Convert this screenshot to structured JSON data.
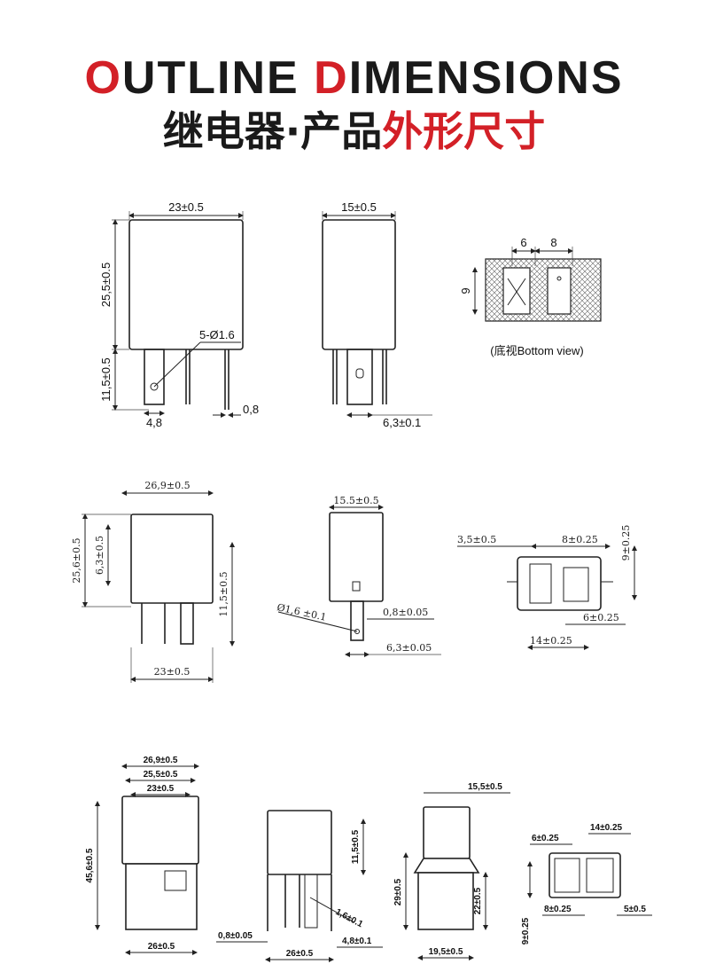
{
  "header": {
    "title_en_first": "O",
    "title_en_rest1": "UTLINE ",
    "title_en_mid": "D",
    "title_en_rest2": "IMENSIONS",
    "title_cn_black": "继电器·产品",
    "title_cn_red": "外形尺寸"
  },
  "colors": {
    "accent": "#d32027",
    "text": "#1a1a1a"
  },
  "relay1": {
    "width": "23±0.5",
    "height": "25,5±0.5",
    "pin_len": "11,5±0.5",
    "pin_hole": "5-Ø1.6",
    "pin_w": "4,8",
    "pin_t": "0,8",
    "side_width": "15±0.5",
    "side_pin": "6,3±0.1",
    "bottom_a": "6",
    "bottom_b": "8",
    "bottom_h": "9",
    "bottom_caption": "(底视Bottom view)"
  },
  "relay2": {
    "top_w": "26,9±0.5",
    "height": "25,6±0.5",
    "inner_h": "6,3±0.5",
    "pin_len": "11,5±0.5",
    "base_w": "23±0.5",
    "side_w": "15.5±0.5",
    "hole": "Ø1,6 ±0.1",
    "pin_t": "0,8±0.05",
    "pin_w": "6,3±0.05",
    "b_left": "3,5±0.5",
    "b_right": "8±0.25",
    "b_h": "9±0.25",
    "b_pin": "6±0.25",
    "b_bottom": "14±0.25"
  },
  "relay3": {
    "w1": "26,9±0.5",
    "w2": "25,5±0.5",
    "w3": "23±0.5",
    "height": "45,6±0.5",
    "base": "26±0.5",
    "pin_h": "11,5±0.5",
    "pin_t": "0,8±0.05",
    "pin_base": "26±0.5",
    "pin_w": "4,8±0.1",
    "hole": "1,6±0.1",
    "side_w": "15,5±0.5",
    "side_h": "29±0.5",
    "side_h2": "22±0.5",
    "side_base": "19,5±0.5",
    "b_top": "14±0.25",
    "b_a": "6±0.25",
    "b_b": "8±0.25",
    "b_c": "5±0.5",
    "b_h": "9±0.25"
  }
}
